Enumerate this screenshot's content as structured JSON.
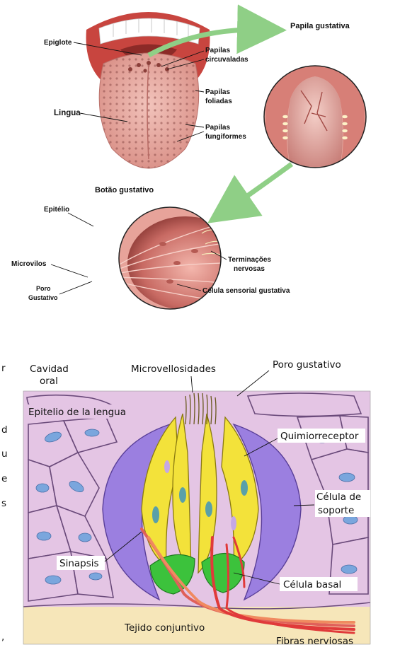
{
  "top_figure": {
    "tongue_labels": {
      "epiglote": "Epiglote",
      "lingua": "Lingua",
      "papilas_circunvaladas": [
        "Papilas",
        "circuvaladas"
      ],
      "papilas_foliadas": [
        "Papilas",
        "foliadas"
      ],
      "papilas_fungiformes": [
        "Papilas",
        "fungiformes"
      ]
    },
    "papila_title": "Papila gustativa",
    "bud_title": "Botão gustativo",
    "bud_labels": {
      "epitelio": "Epitélio",
      "microvilos": "Microvilos",
      "poro": [
        "Poro",
        "Gustativo"
      ],
      "terminacoes": [
        "Terminações",
        "nervosas"
      ],
      "celula": "Célula sensorial gustativa"
    }
  },
  "bottom_figure": {
    "labels": {
      "cavidad_oral": [
        "Cavidad",
        "oral"
      ],
      "microvellosidades": "Microvellosidades",
      "poro_gustativo": "Poro gustativo",
      "epitelio": "Epitelio de la lengua",
      "quimiorreceptor": "Quimiorreceptor",
      "celula_soporte": [
        "Célula de",
        "soporte"
      ],
      "sinapsis": "Sinapsis",
      "celula_basal": "Célula basal",
      "tejido": "Tejido conjuntivo",
      "fibras": "Fibras nerviosas"
    }
  },
  "margin_fragments": [
    "r",
    "d",
    "u",
    "e",
    "s",
    ","
  ],
  "colors": {
    "tissue_bg": "#e4c5e4",
    "cell_border": "#6a4a7a",
    "nucleus": "#7aa6dd",
    "support_cell": "#9b7fe0",
    "receptor_cell": "#f3e23a",
    "basal_cell": "#3cc23c",
    "connective": "#f6e6b9",
    "nerve": "#e03a3a",
    "tongue": "#e9a8a0",
    "arrow": "#8fcf86"
  }
}
